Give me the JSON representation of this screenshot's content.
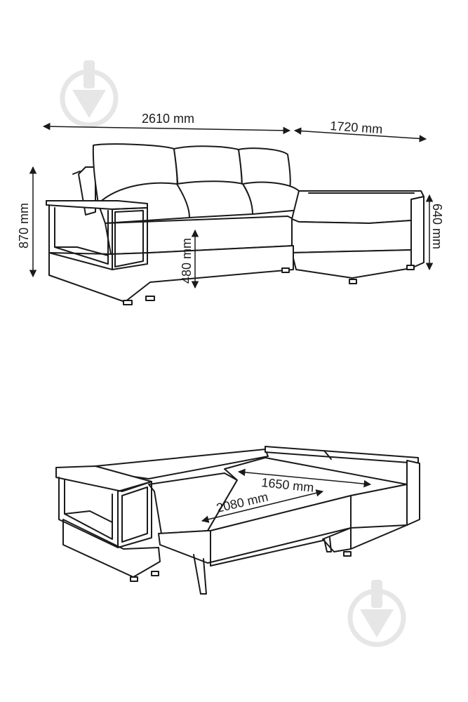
{
  "dimensions": {
    "top_width": "2610 mm",
    "top_depth": "1720 mm",
    "height": "870 mm",
    "seat_height": "480 mm",
    "corner_height": "640 mm",
    "bed_width": "1650 mm",
    "bed_length": "2080 mm"
  },
  "watermark": {
    "icon": "down-arrow-circle-icon",
    "color": "#e6e6e6"
  }
}
